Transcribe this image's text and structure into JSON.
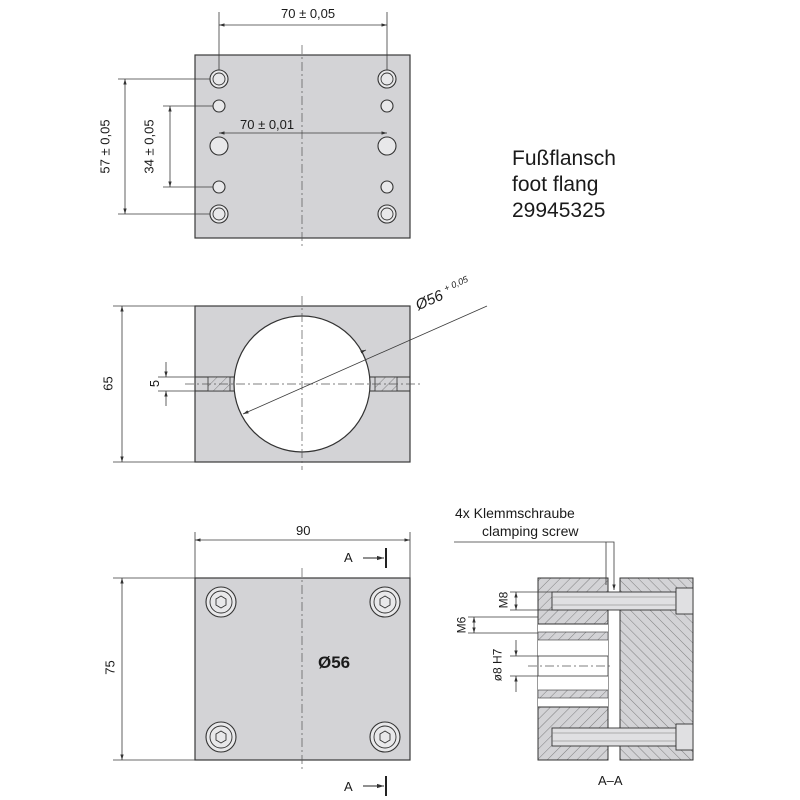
{
  "title": {
    "line1": "Fußflansch",
    "line2": "foot flang",
    "part_number": "29945325"
  },
  "top_view": {
    "dim_top_width": "70 ± 0,05",
    "dim_inner_width": "70 ± 0,01",
    "dim_height_outer": "57 ± 0,05",
    "dim_height_inner": "34 ± 0,05"
  },
  "front_view": {
    "dim_height": "65",
    "dim_slot": "5",
    "dim_bore": "Ø56",
    "dim_bore_tol": "+ 0,05"
  },
  "bottom_view": {
    "dim_width": "90",
    "dim_height": "75",
    "bore_label": "Ø56",
    "section_marker_top": "A",
    "section_marker_bottom": "A"
  },
  "section_view": {
    "screw_label_de": "4x Klemmschraube",
    "screw_label_en": "clamping screw",
    "dim_m8": "M8",
    "dim_m6": "M6",
    "dim_pin": "ø8 H7",
    "section_name": "A–A"
  }
}
